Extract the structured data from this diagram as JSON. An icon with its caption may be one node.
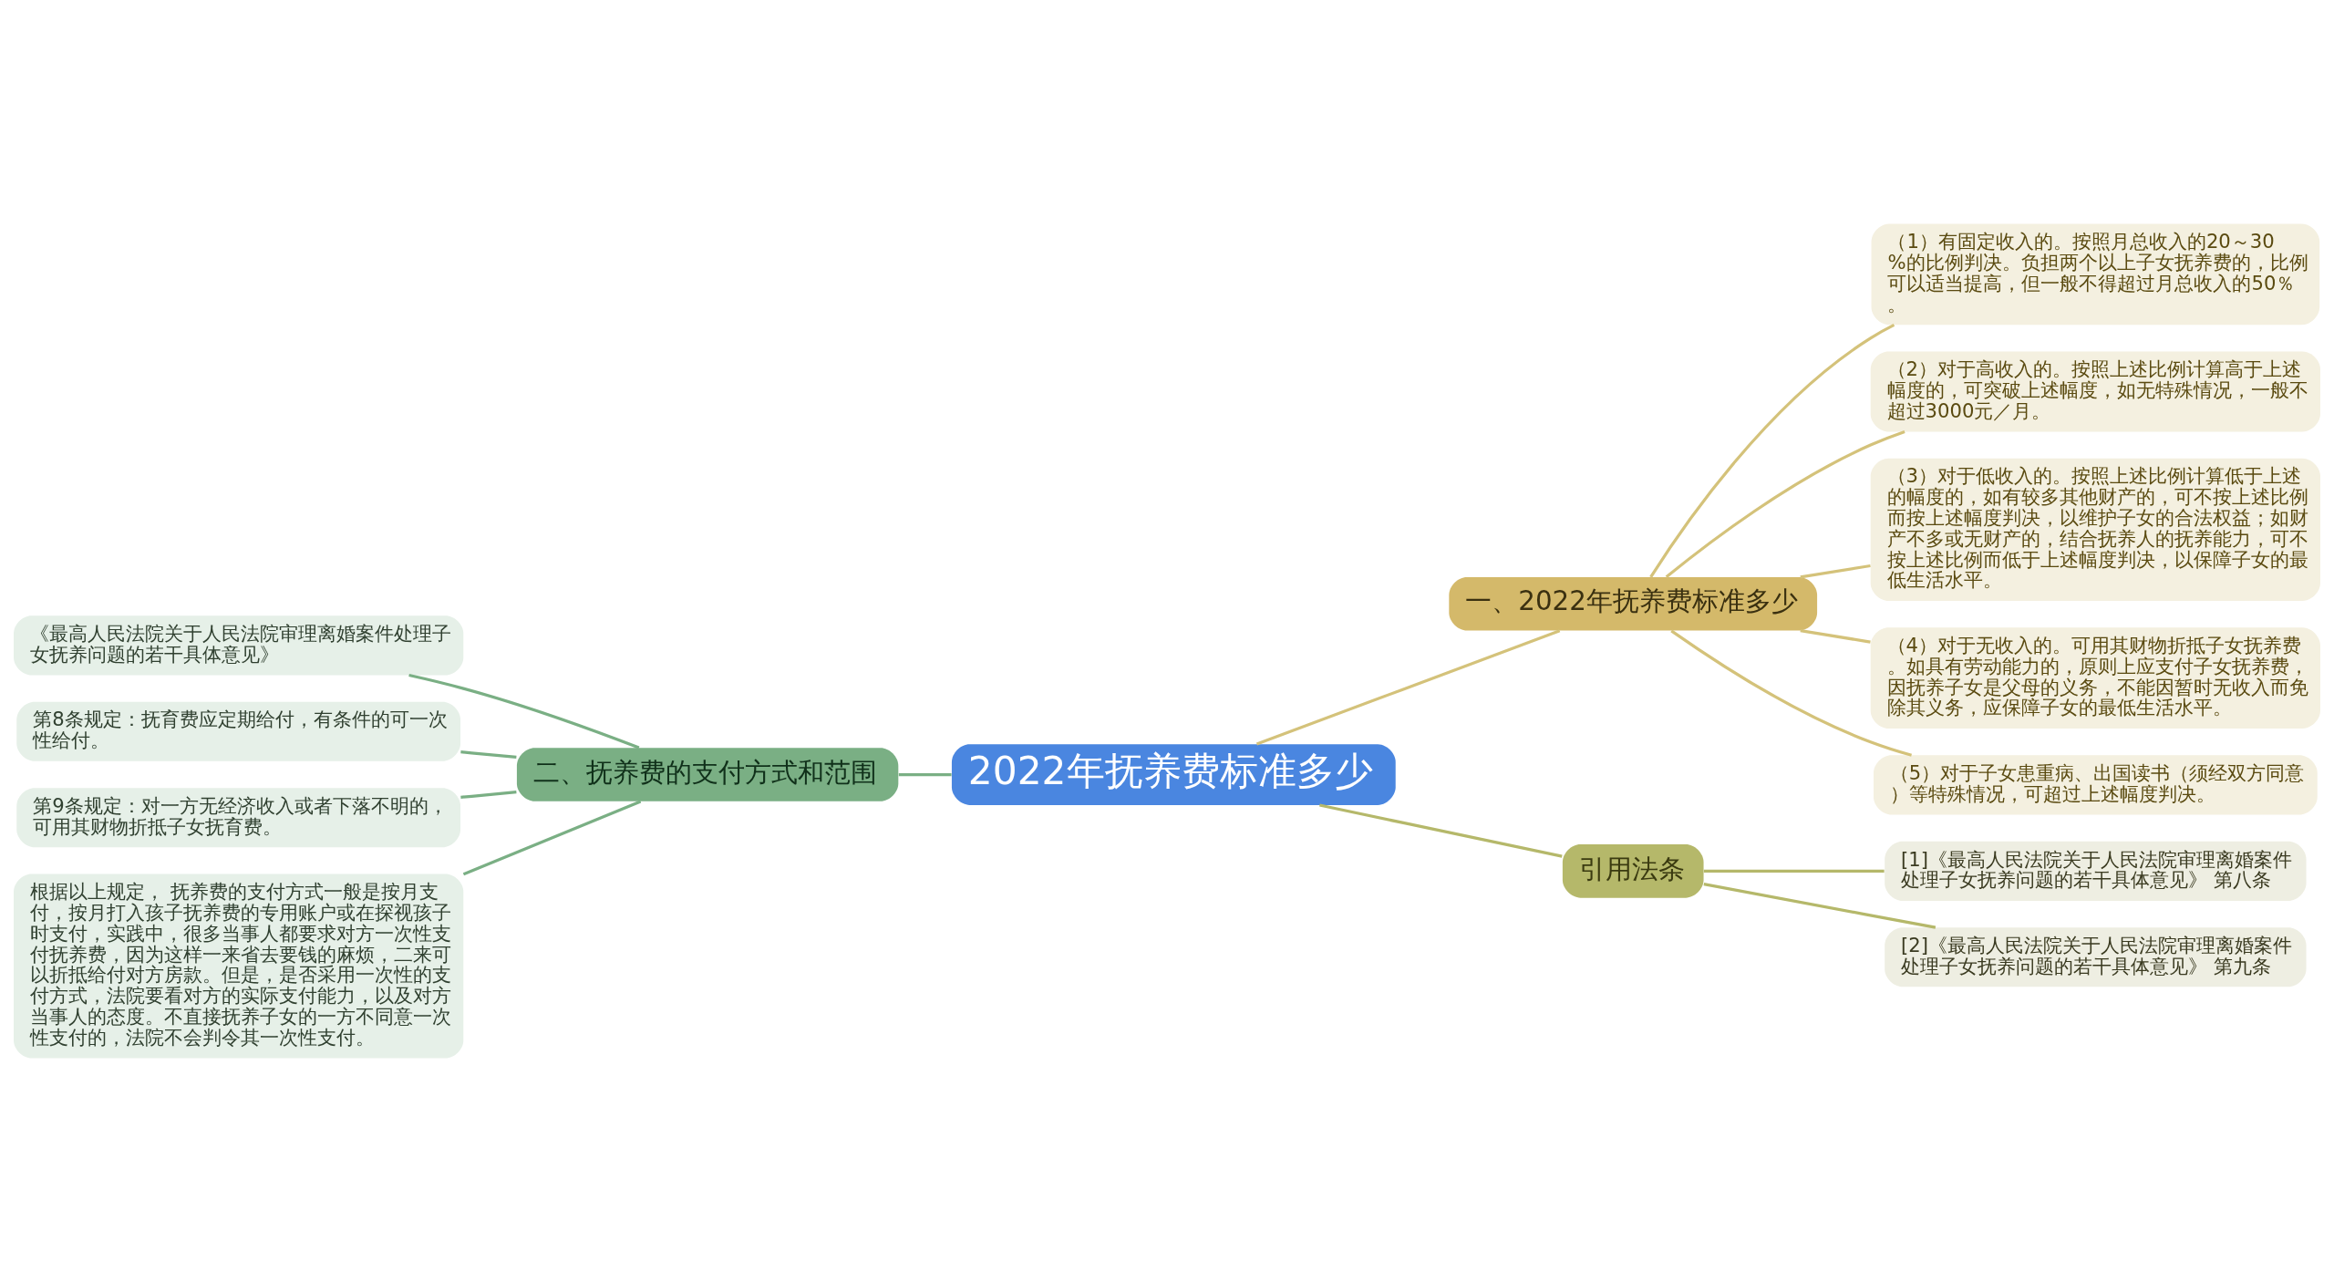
{
  "diagram": {
    "nodes": [
      {
        "text": [
          "2022年抚养费标准多少"
        ]
      },
      {
        "text": [
          "一、2022年抚养费标准多少"
        ]
      },
      {
        "text": [
          "（1）有固定收入的。按照月总收入的20～30%的比例判决。负担两个以上子女抚养费的，比例可以适当提高，但一般不得超过月总收入的50％。"
        ]
      },
      {
        "text": [
          "（2）对于高收入的。按照上述比例计算高于上述幅度的，可突破上述幅度，如无特殊情况，一般不超过3000元／月。"
        ]
      },
      {
        "text": [
          "（3）对于低收入的。按照上述比例计算低于上述的幅度的，如有较多其他财产的，可不按上述比例而按上述幅度判决，以维护子女的合法权益；如财产不多或无财产的，结合抚养人的抚养能力，可不按上述比例而低于上述幅度判决，以保障子女的最低生活水平。"
        ]
      },
      {
        "text": [
          "（4）对于无收入的。可用其财物折抵子女抚养费。如具有劳动能力的，原则上应支付子女抚养费，因抚养子女是父母的义务，不能因暂时无收入而免除其义务，应保障子女的最低生活水平。"
        ]
      },
      {
        "text": [
          "（5）对于子女患重病、出国读书（须经双方同意）等特殊情况，可超过上述幅度判决。"
        ]
      },
      {
        "text": [
          "引用法条"
        ]
      },
      {
        "text": [
          "[1]《最高人民法院关于人民法院审理离婚案件处理子女抚养问题的若干具体意见》 第八条"
        ]
      },
      {
        "text": [
          "[2]《最高人民法院关于人民法院审理离婚案件处理子女抚养问题的若干具体意见》 第九条"
        ]
      },
      {
        "text": [
          "二、抚养费的支付方式和范围"
        ]
      },
      {
        "text": [
          "《最高人民法院关于人民法院审理离婚案件处理子女抚养问题的若干具体意见》"
        ]
      },
      {
        "text": [
          "第8条规定：抚育费应定期给付，有条件的可一次性给付。"
        ]
      },
      {
        "text": [
          "第9条规定：对一方无经济收入或者下落不明的，可用其财物折抵子女抚育费。"
        ]
      },
      {
        "text": [
          "根据以上规定， 抚养费的支付方式一般是按月支付，按月打入孩子抚养费的专用账户或在探视孩子时支付，实践中，很多当事人都要求对方一次性支付抚养费，因为这样一来省去要钱的麻烦，二来可以折抵给付对方房款。但是，是否采用一次性的支付方式，法院要看对方的实际支付能力，以及对方当事人的态度。不直接抚养子女的一方不同意一次性支付的，法院不会判令其一次性支付。"
        ]
      }
    ],
    "edges": [
      {
        "from": 0,
        "to": 1,
        "arrow": "none",
        "color": "#d4c27a"
      },
      {
        "from": 1,
        "to": 2,
        "arrow": "none",
        "color": "#d4c27a"
      },
      {
        "from": 1,
        "to": 3,
        "arrow": "none",
        "color": "#d4c27a"
      },
      {
        "from": 1,
        "to": 4,
        "arrow": "none",
        "color": "#d4c27a"
      },
      {
        "from": 1,
        "to": 5,
        "arrow": "none",
        "color": "#d4c27a"
      },
      {
        "from": 1,
        "to": 6,
        "arrow": "none",
        "color": "#d4c27a"
      },
      {
        "from": 0,
        "to": 7,
        "arrow": "none",
        "color": "#b5b86a"
      },
      {
        "from": 7,
        "to": 8,
        "arrow": "none",
        "color": "#b5b86a"
      },
      {
        "from": 7,
        "to": 9,
        "arrow": "none",
        "color": "#b5b86a"
      },
      {
        "from": 0,
        "to": 10,
        "arrow": "none",
        "color": "#7aaf84"
      },
      {
        "from": 10,
        "to": 11,
        "arrow": "none",
        "color": "#7aaf84"
      },
      {
        "from": 10,
        "to": 12,
        "arrow": "none",
        "color": "#7aaf84"
      },
      {
        "from": 10,
        "to": 13,
        "arrow": "none",
        "color": "#7aaf84"
      },
      {
        "from": 10,
        "to": 14,
        "arrow": "none",
        "color": "#7aaf84"
      }
    ]
  }
}
